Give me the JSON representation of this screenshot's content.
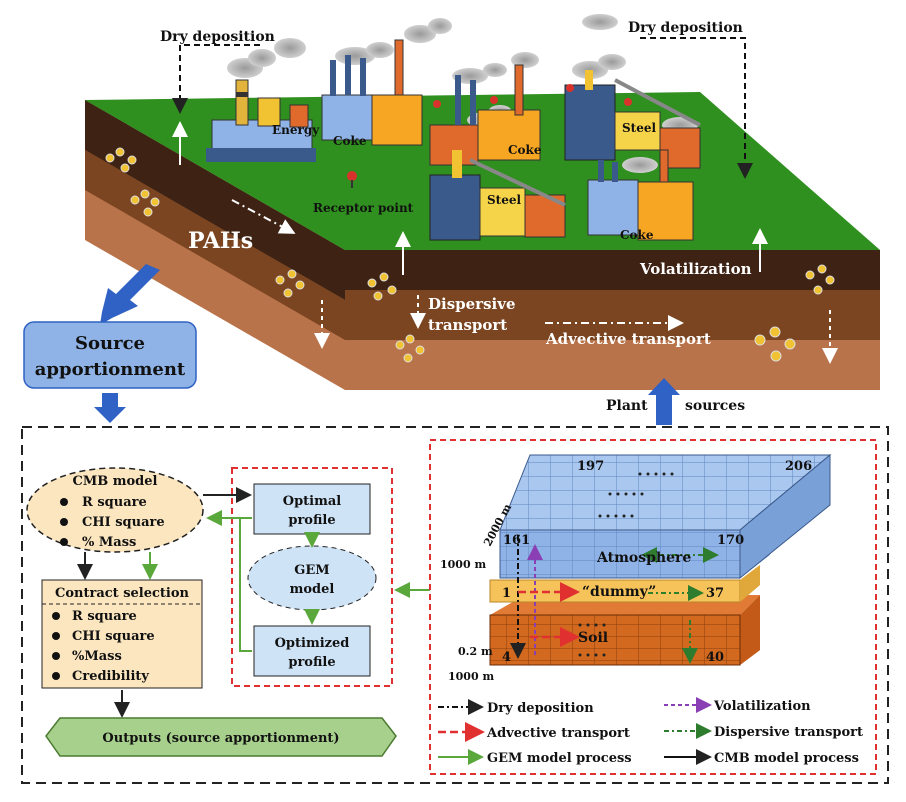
{
  "top": {
    "dry_deposition_left": "Dry deposition",
    "dry_deposition_right": "Dry deposition",
    "energy": "Energy",
    "coke_1": "Coke",
    "coke_2": "Coke",
    "coke_3": "Coke",
    "steel_1": "Steel",
    "steel_2": "Steel",
    "receptor_point": "Receptor point",
    "pahs": "PAHs",
    "volatilization": "Volatilization",
    "dispersive_transport_1": "Dispersive",
    "dispersive_transport_2": "transport",
    "advective_transport": "Advective transport",
    "plant": "Plant",
    "sources": "sources"
  },
  "source_apportionment": {
    "line1": "Source",
    "line2": "apportionment"
  },
  "cmb": {
    "title": "CMB model",
    "items": [
      "R square",
      "CHI square",
      "% Mass"
    ]
  },
  "contract": {
    "title": "Contract selection",
    "items": [
      "R square",
      "CHI square",
      "%Mass",
      "Credibility"
    ]
  },
  "outputs": "Outputs (source apportionment)",
  "gem": {
    "optimal_1": "Optimal",
    "optimal_2": "profile",
    "model_1": "GEM",
    "model_2": "model",
    "optimized_1": "Optimized",
    "optimized_2": "profile"
  },
  "grid": {
    "n197": "197",
    "n206": "206",
    "n161": "161",
    "n170": "170",
    "n1": "1",
    "n37": "37",
    "n4": "4",
    "n40": "40",
    "atmosphere": "Atmosphere",
    "dummy": "“dummy”",
    "soil": "Soil",
    "h2000": "2000 m",
    "h1000": "1000 m",
    "h02": "0.2 m",
    "w1000": "1000 m"
  },
  "legend": {
    "dry": "Dry  deposition",
    "vol": "Volatilization",
    "adv": "Advective transport",
    "disp": "Dispersive transport",
    "gem": "GEM model process",
    "cmb": "CMB model process"
  },
  "colors": {
    "grass": "#2f8f1f",
    "soil_dark": "#3e2314",
    "soil_mid": "#7a4520",
    "soil_light": "#b9734a",
    "blue_box": "#8fb3e6",
    "arrow_blue": "#2f62c4",
    "cream": "#fbe6c0",
    "light_blue_box": "#cfe3f7",
    "red_dash": "#e03030",
    "green_arrow": "#5aa83b",
    "hex_green": "#a8d08d"
  }
}
